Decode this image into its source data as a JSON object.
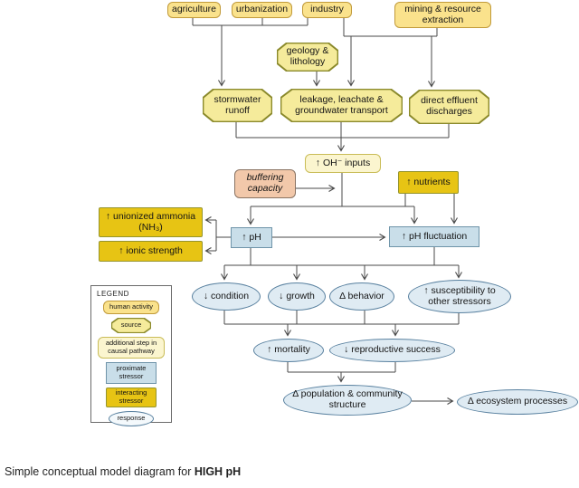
{
  "caption": {
    "prefix": "Simple conceptual model diagram for ",
    "bold": "HIGH pH"
  },
  "colors": {
    "activity_fill": "#fae28c",
    "activity_border": "#c19a3a",
    "source_fill": "#f5eb9b",
    "source_border": "#8a892b",
    "step_fill": "#fbf5cf",
    "step_border": "#c9bc56",
    "buffering_fill": "#f2c8aa",
    "buffering_border": "#8a7362",
    "interacting_fill": "#e7c414",
    "interacting_border": "#95942c",
    "proximate_fill": "#c9dee9",
    "proximate_border": "#6f94a9",
    "response_fill": "#dfebf3",
    "response_border": "#58809f",
    "line": "#4a4a4a"
  },
  "nodes": {
    "agriculture": {
      "label": "agriculture"
    },
    "urbanization": {
      "label": "urbanization"
    },
    "industry": {
      "label": "industry"
    },
    "mining": {
      "label": "mining & resource extraction"
    },
    "geology": {
      "label": "geology & lithology"
    },
    "stormwater": {
      "label": "stormwater runoff"
    },
    "leakage": {
      "label": "leakage, leachate & groundwater transport"
    },
    "effluent": {
      "label": "direct effluent discharges"
    },
    "oh_inputs": {
      "label": "↑ OH⁻ inputs"
    },
    "buffering": {
      "label": "buffering capacity"
    },
    "nutrients": {
      "label": "↑ nutrients"
    },
    "ammonia": {
      "label": "↑ unionized ammonia (NH₃)"
    },
    "ionic": {
      "label": "↑ ionic strength"
    },
    "ph": {
      "label": "↑ pH"
    },
    "ph_fluctuation": {
      "label": "↑ pH fluctuation"
    },
    "condition": {
      "label": "↓ condition"
    },
    "growth": {
      "label": "↓ growth"
    },
    "behavior": {
      "label": "Δ behavior"
    },
    "susceptibility": {
      "label": "↑ susceptibility to other stressors"
    },
    "mortality": {
      "label": "↑ mortality"
    },
    "reproductive": {
      "label": "↓ reproductive success"
    },
    "population": {
      "label": "Δ population & community structure"
    },
    "ecosystem": {
      "label": "Δ ecosystem processes"
    }
  },
  "legend": {
    "title": "LEGEND",
    "items": [
      {
        "label": "human activity"
      },
      {
        "label": "source"
      },
      {
        "label": "additional step in causal pathway"
      },
      {
        "label": "proximate stressor"
      },
      {
        "label": "interacting stressor"
      },
      {
        "label": "response"
      }
    ]
  }
}
